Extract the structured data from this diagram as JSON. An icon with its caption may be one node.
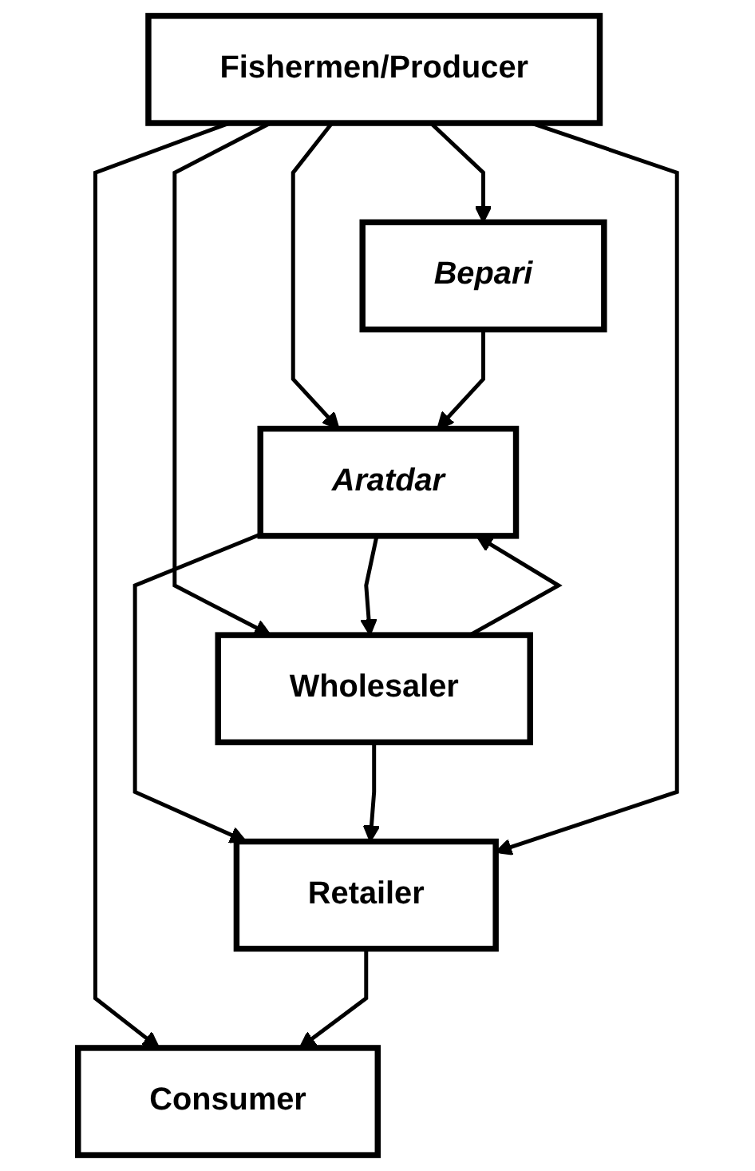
{
  "diagram": {
    "nodes": [
      {
        "text": [
          "Fishermen/Producer"
        ]
      },
      {
        "text": [
          "Bepari"
        ]
      },
      {
        "text": [
          "Aratdar"
        ]
      },
      {
        "text": [
          "Wholesaler"
        ]
      },
      {
        "text": [
          "Retailer"
        ]
      },
      {
        "text": [
          "Consumer"
        ]
      }
    ],
    "edges": [
      {
        "from": 0,
        "to": 1,
        "arrow": "to"
      },
      {
        "from": 0,
        "to": 2,
        "arrow": "to"
      },
      {
        "from": 1,
        "to": 2,
        "arrow": "to"
      },
      {
        "from": 0,
        "to": 3,
        "arrow": "to"
      },
      {
        "from": 2,
        "to": 3,
        "arrow": "to"
      },
      {
        "from": 3,
        "to": 2,
        "arrow": "to"
      },
      {
        "from": 2,
        "to": 4,
        "arrow": "to"
      },
      {
        "from": 3,
        "to": 4,
        "arrow": "to"
      },
      {
        "from": 0,
        "to": 4,
        "arrow": "to"
      },
      {
        "from": 0,
        "to": 5,
        "arrow": "to"
      },
      {
        "from": 4,
        "to": 5,
        "arrow": "to"
      }
    ]
  }
}
